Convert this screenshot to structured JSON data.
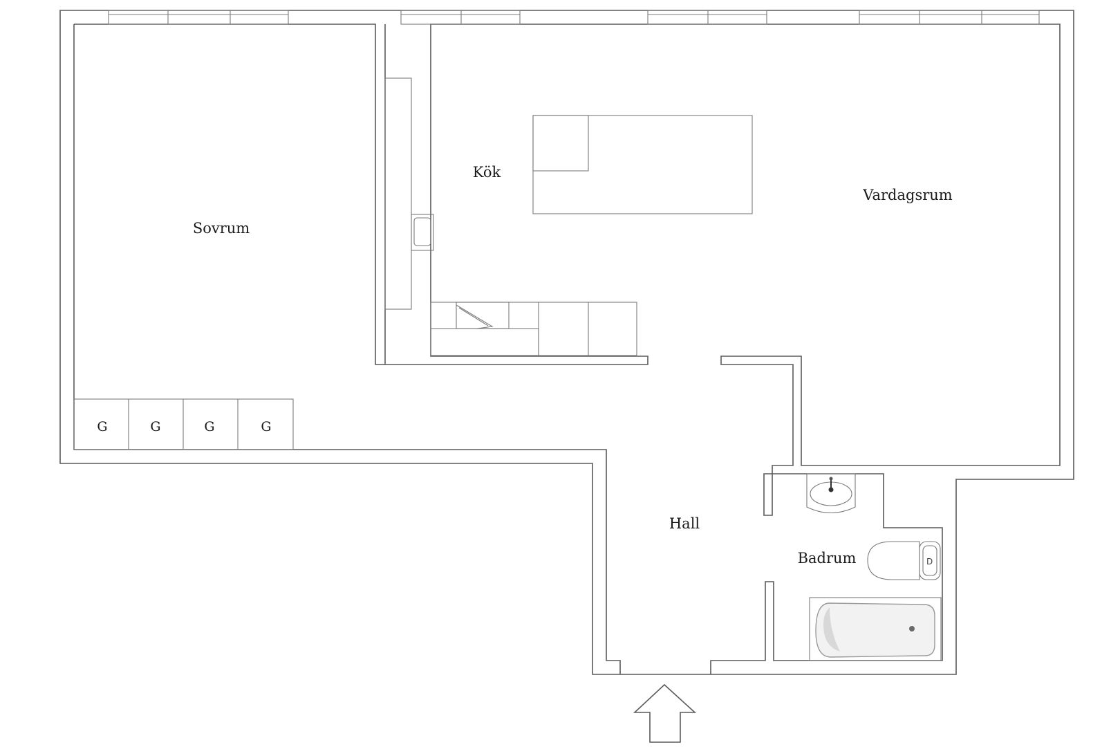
{
  "rooms": {
    "sovrum": "Sovrum",
    "kok": "Kök",
    "vardagsrum": "Vardagsrum",
    "hall": "Hall",
    "badrum": "Badrum"
  },
  "wardrobes": [
    "G",
    "G",
    "G",
    "G"
  ],
  "colors": {
    "line": "#5a5a5a",
    "text": "#1a1a1a",
    "tub_shade": "#dcdcdc"
  }
}
